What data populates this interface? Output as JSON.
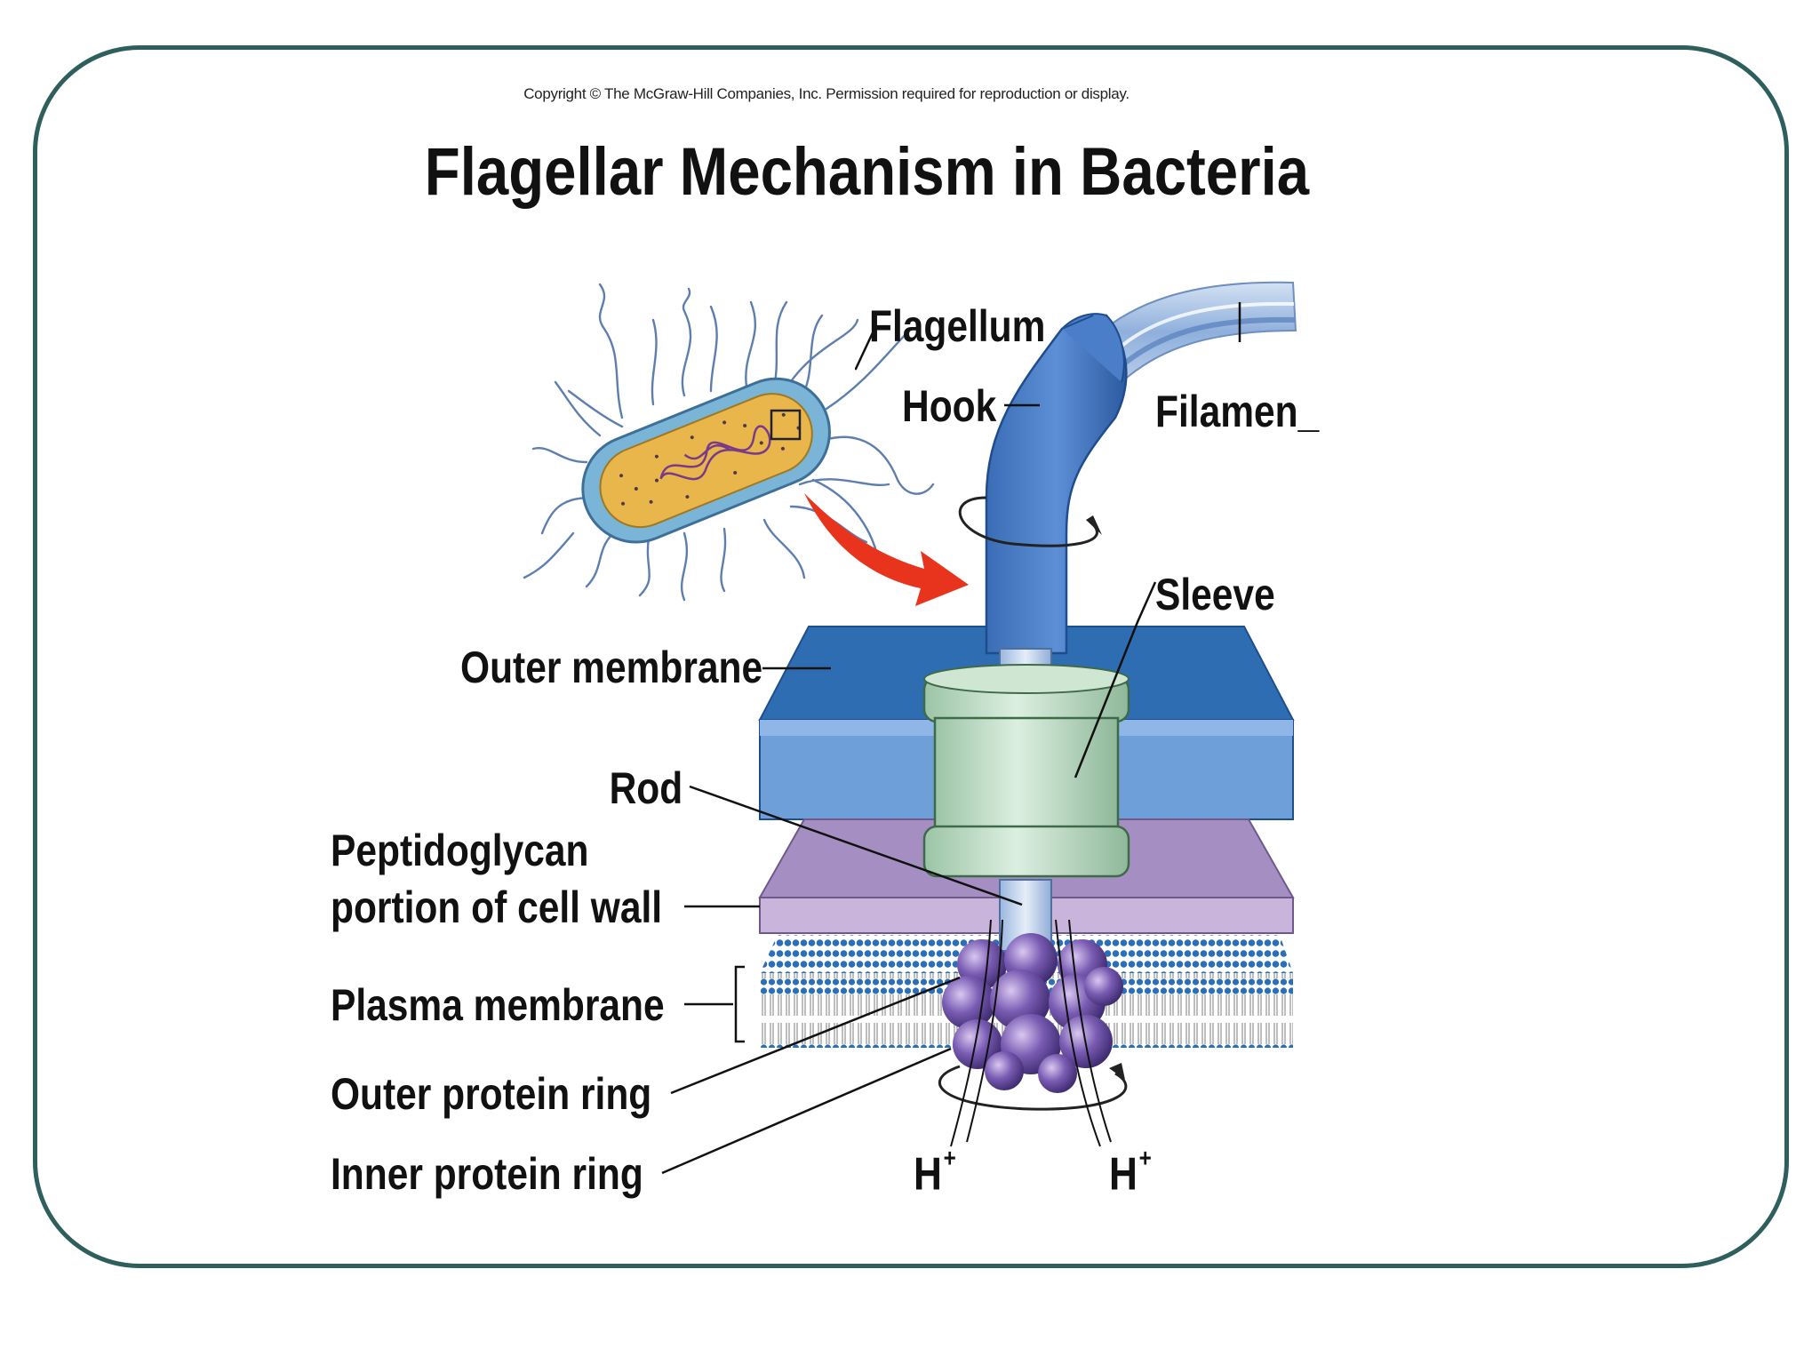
{
  "copyright": "Copyright © The McGraw-Hill Companies, Inc. Permission required for reproduction or display.",
  "title": "Flagellar Mechanism in Bacteria",
  "labels": {
    "flagellum": "Flagellum",
    "hook": "Hook",
    "filament": "Filamen_",
    "sleeve": "Sleeve",
    "outer_membrane": "Outer membrane",
    "rod": "Rod",
    "peptidoglycan_line1": "Peptidoglycan",
    "peptidoglycan_line2": "portion of cell wall",
    "plasma_membrane": "Plasma membrane",
    "outer_protein_ring": "Outer protein ring",
    "inner_protein_ring": "Inner protein ring",
    "proton_left": "H",
    "proton_right": "H",
    "proton_charge": "+"
  },
  "colors": {
    "frame": "#2f5f5c",
    "membrane_blue": "#2f6db3",
    "peptidoglycan_purple": "#a58fc2",
    "sleeve_green": "#b9d8bf",
    "motor_purple": "#6a4fa0",
    "arrow_red": "#e8341c",
    "cell_yellow": "#e8b64a"
  }
}
